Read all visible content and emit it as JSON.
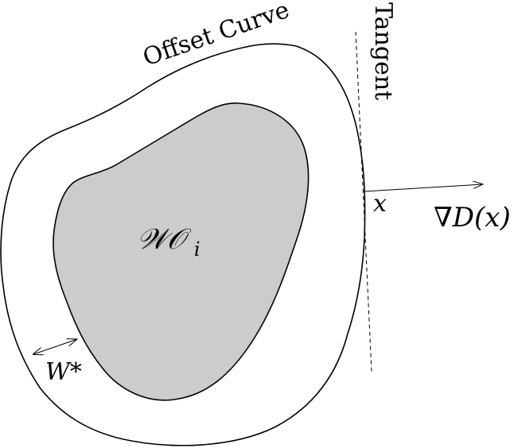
{
  "labels": {
    "offset_curve": "Offset Curve",
    "tangent": "Tangent",
    "obstacle": "𝒲𝒪",
    "obstacle_subscript": "i",
    "point": "x",
    "gradient": "∇D(x)",
    "width": "W*"
  },
  "colors": {
    "obstacle_fill": "#cccccc",
    "stroke": "#000000",
    "background": "#ffffff"
  }
}
